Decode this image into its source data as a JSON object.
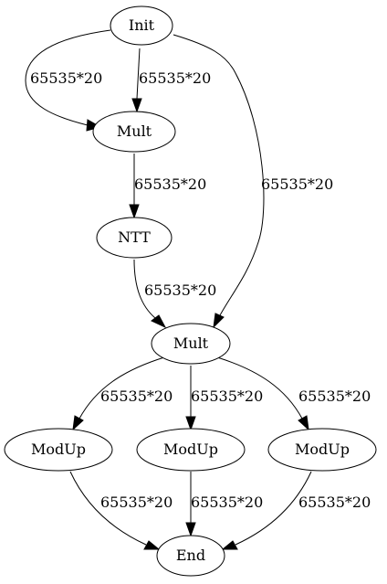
{
  "graph": {
    "nodes": {
      "init": "Init",
      "mult_1": "Mult",
      "ntt": "NTT",
      "mult_2": "Mult",
      "modup_1": "ModUp",
      "modup_2": "ModUp",
      "modup_3": "ModUp",
      "end": "End"
    },
    "edges": {
      "init_to_mult_1_left": "65535*20",
      "init_to_mult_1_right": "65535*20",
      "init_to_mult_2": "65535*20",
      "mult_1_to_ntt": "65535*20",
      "ntt_to_mult_2": "65535*20",
      "mult_2_to_modup_1": "65535*20",
      "mult_2_to_modup_2": "65535*20",
      "mult_2_to_modup_3": "65535*20",
      "modup_1_to_end": "65535*20",
      "modup_2_to_end": "65535*20",
      "modup_3_to_end": "65535*20"
    }
  }
}
